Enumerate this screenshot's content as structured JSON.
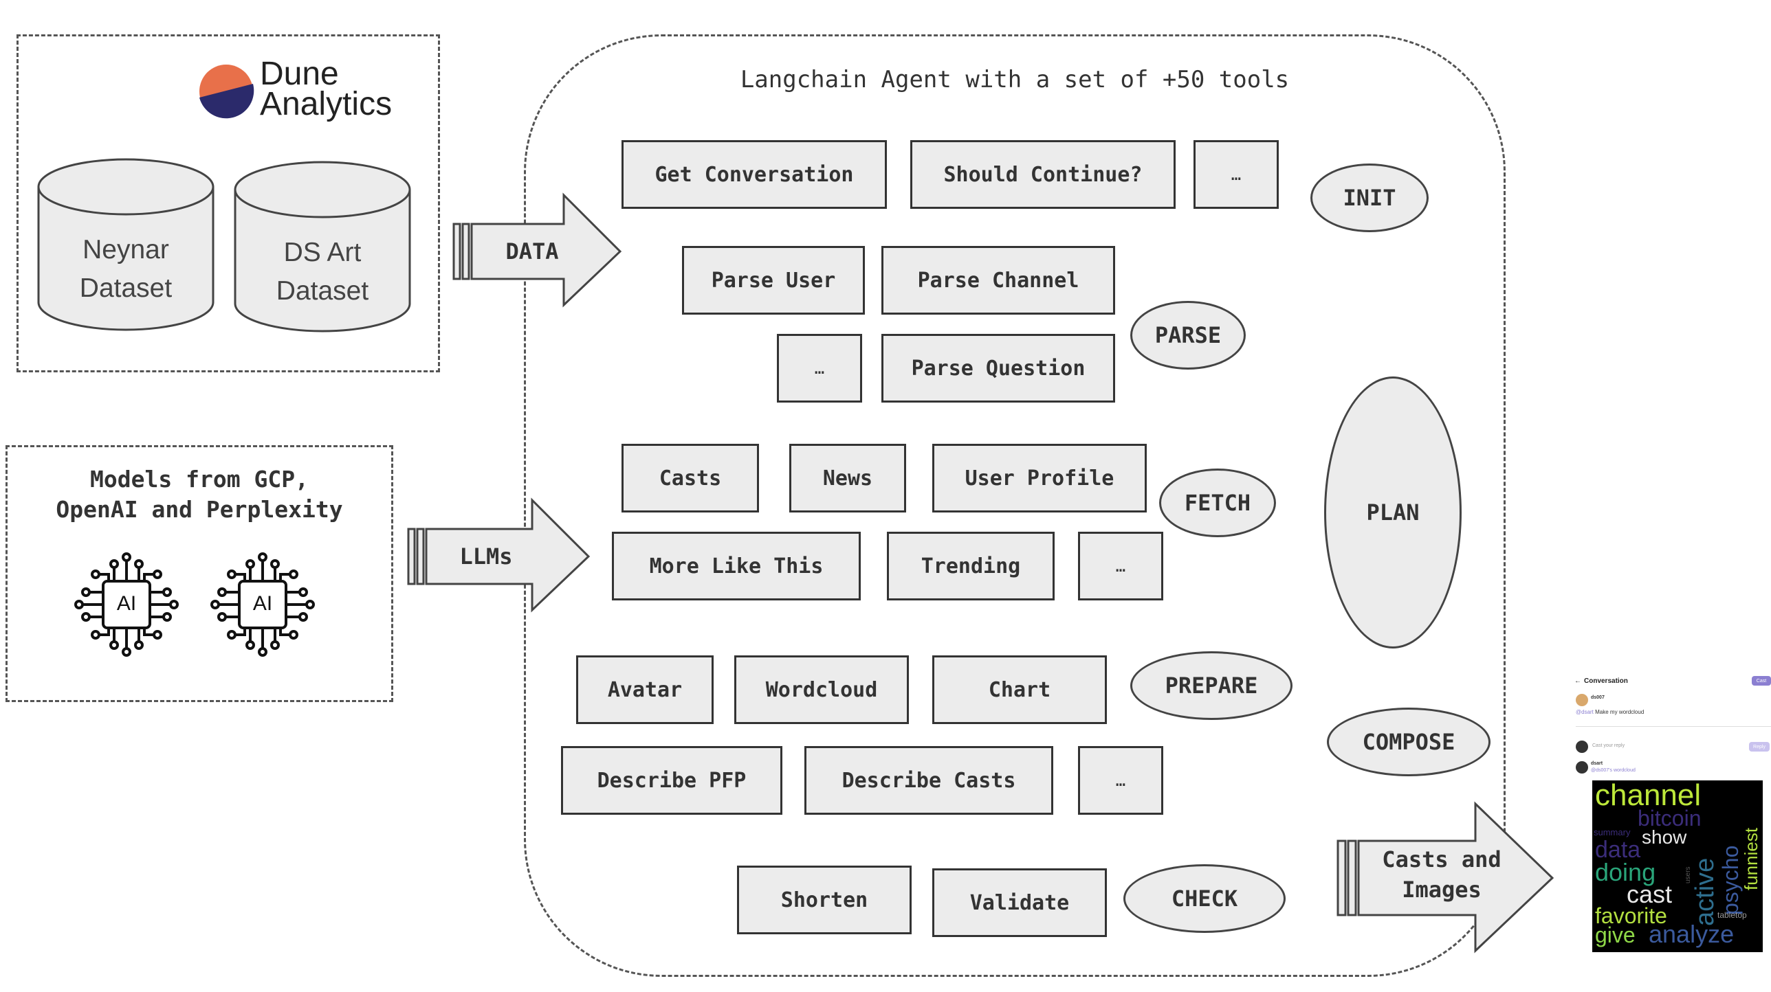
{
  "dune": {
    "logo_line1": "Dune",
    "logo_line2": "Analytics"
  },
  "datasets": [
    {
      "line1": "Neynar",
      "line2": "Dataset"
    },
    {
      "line1": "DS Art",
      "line2": "Dataset"
    }
  ],
  "models": {
    "title_line1": "Models from GCP,",
    "title_line2": "OpenAI and Perplexity",
    "chip_label": "AI"
  },
  "arrows": {
    "data": "DATA",
    "llms": "LLMs",
    "output_line1": "Casts and",
    "output_line2": "Images"
  },
  "agent": {
    "title": "Langchain Agent with a set of +50 tools"
  },
  "tools": {
    "get_conversation": "Get Conversation",
    "should_continue": "Should Continue?",
    "ellipsis": "…",
    "parse_user": "Parse User",
    "parse_channel": "Parse Channel",
    "parse_question": "Parse Question",
    "casts": "Casts",
    "news": "News",
    "user_profile": "User Profile",
    "more_like_this": "More Like This",
    "trending": "Trending",
    "avatar": "Avatar",
    "wordcloud": "Wordcloud",
    "chart": "Chart",
    "describe_pfp": "Describe PFP",
    "describe_casts": "Describe Casts",
    "shorten": "Shorten",
    "validate": "Validate"
  },
  "stages": {
    "init": "INIT",
    "parse": "PARSE",
    "fetch": "FETCH",
    "plan": "PLAN",
    "prepare": "PREPARE",
    "compose": "COMPOSE",
    "check": "CHECK"
  },
  "screenshot": {
    "header": "Conversation",
    "cast_button": "Cast",
    "user1": "ds007",
    "user1_text_mention": "@dsart",
    "user1_text": "Make my wordcloud",
    "reply_placeholder": "Cast your reply",
    "reply_button": "Reply",
    "user2": "dsart",
    "user2_text": "@ds007's wordcloud",
    "wordcloud_words": [
      "channel",
      "bitcoin",
      "summary",
      "show",
      "data",
      "doing",
      "cast",
      "favorite",
      "give",
      "analyze",
      "active",
      "psycho",
      "funniest",
      "tabletop",
      "users"
    ]
  },
  "colors": {
    "box_fill": "#ececec",
    "dune_orange": "#e8704a",
    "dune_navy": "#2b2a6b",
    "accent_purple": "#8b7fd1",
    "wordcloud_bg": "#000000"
  }
}
